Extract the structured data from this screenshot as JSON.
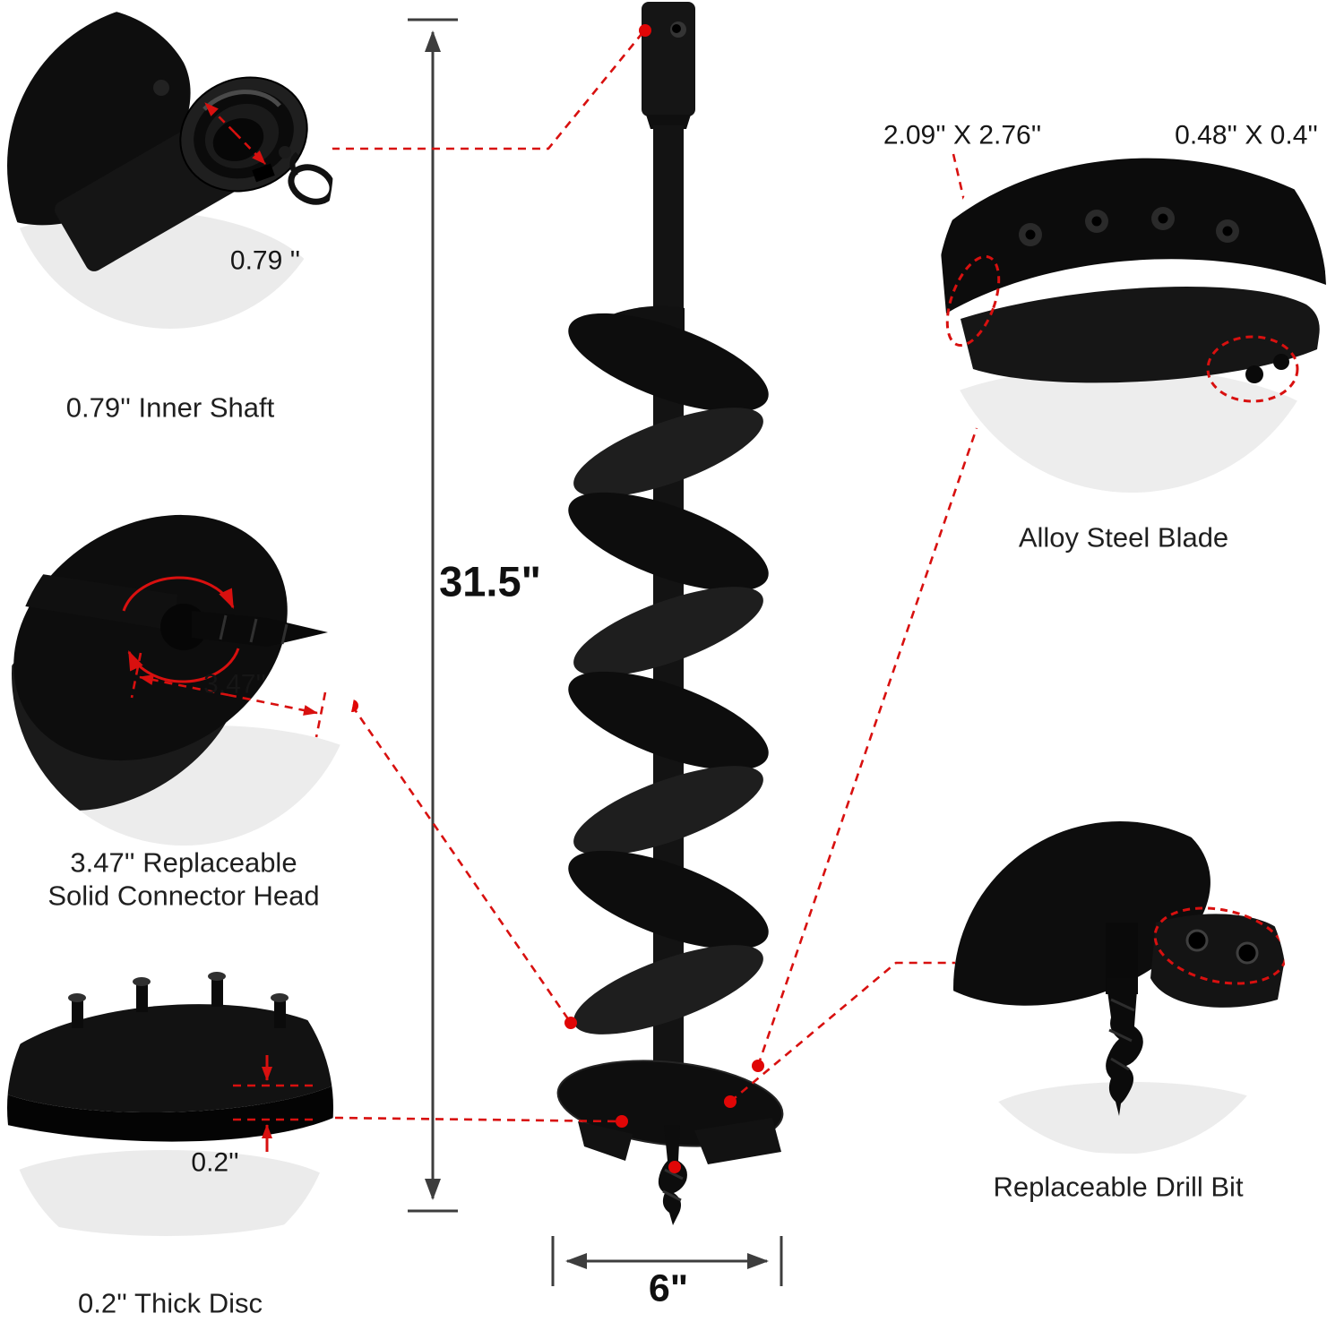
{
  "page": {
    "background": "#ffffff"
  },
  "colors": {
    "accent_red": "#d8100f",
    "product_black": "#101010",
    "dimension_gray": "#3d3d3d",
    "shadow_gray": "#ececec"
  },
  "dimensions": {
    "height_label": "31.5\"",
    "width_label": "6\""
  },
  "callouts": {
    "inner_shaft": {
      "measurement": "0.79 ''",
      "label": "0.79'' Inner Shaft"
    },
    "connector_head": {
      "measurement": "3.47''",
      "label_line1": "3.47'' Replaceable",
      "label_line2": "Solid Connector Head"
    },
    "thick_disc": {
      "measurement": "0.2''",
      "label": "0.2'' Thick Disc"
    },
    "alloy_blade": {
      "measurement_left": "2.09'' X 2.76''",
      "measurement_right": "0.48'' X 0.4''",
      "label": "Alloy Steel Blade"
    },
    "drill_bit": {
      "label": "Replaceable Drill Bit"
    }
  }
}
